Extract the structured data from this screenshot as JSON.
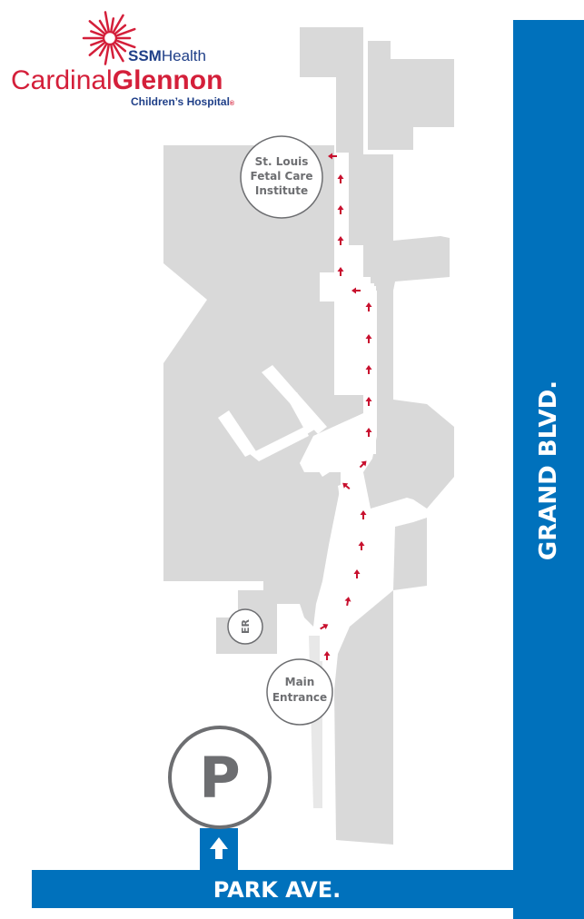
{
  "logo": {
    "brand_ssm": "SSM",
    "brand_health": "Health",
    "name_cardinal": "Cardinal",
    "name_glennon": "Glennon",
    "subtitle": "Children’s Hospital",
    "registered_mark": "®",
    "colors": {
      "red": "#d41f3a",
      "blue": "#1f3f88"
    }
  },
  "streets": {
    "grand": "GRAND BLVD.",
    "park": "PARK AVE.",
    "color": "#0071bc"
  },
  "locations": {
    "fetal_care": [
      "St. Louis",
      "Fetal Care",
      "Institute"
    ],
    "main_entrance": [
      "Main",
      "Entrance"
    ],
    "er": "ER",
    "parking": "P"
  },
  "colors": {
    "building": "#d9d9d9",
    "route_arrow": "#c8102e",
    "circle_stroke": "#6d6e71"
  },
  "icons": {
    "parking_entry": "arrow-up-icon",
    "route": "arrow-icon"
  }
}
